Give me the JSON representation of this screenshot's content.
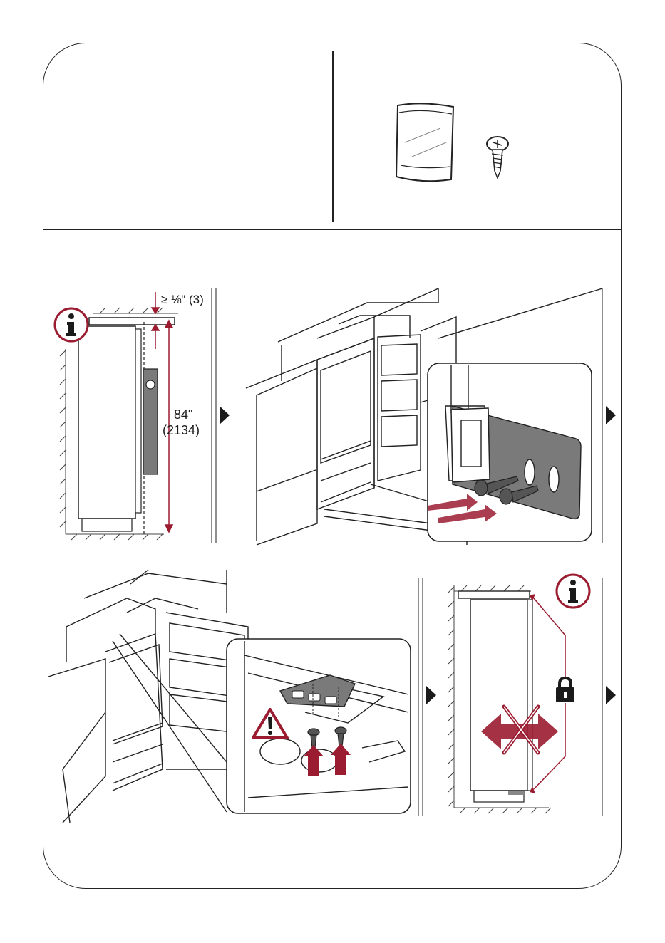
{
  "colors": {
    "accent": "#9b1b30",
    "panel_gray": "#6f6f6f",
    "line": "#1a1a1a",
    "info_icon_fill": "#ffffff"
  },
  "parts": {
    "bag_icon": "parts-bag-icon",
    "screw_icon": "screw-icon"
  },
  "step1": {
    "gap_label": "≥ ⅛\" (3)",
    "height_label": "84\"",
    "height_label_mm": "(2134)",
    "info_icon": "info-icon"
  },
  "step2": {
    "arrow_icon": "next-step-arrow-icon"
  },
  "step3": {
    "warning_icon": "warning-triangle-icon"
  },
  "step4": {
    "lock_icon": "padlock-icon",
    "info_icon": "info-icon",
    "no_move_icon": "no-sideways-movement-icon"
  }
}
